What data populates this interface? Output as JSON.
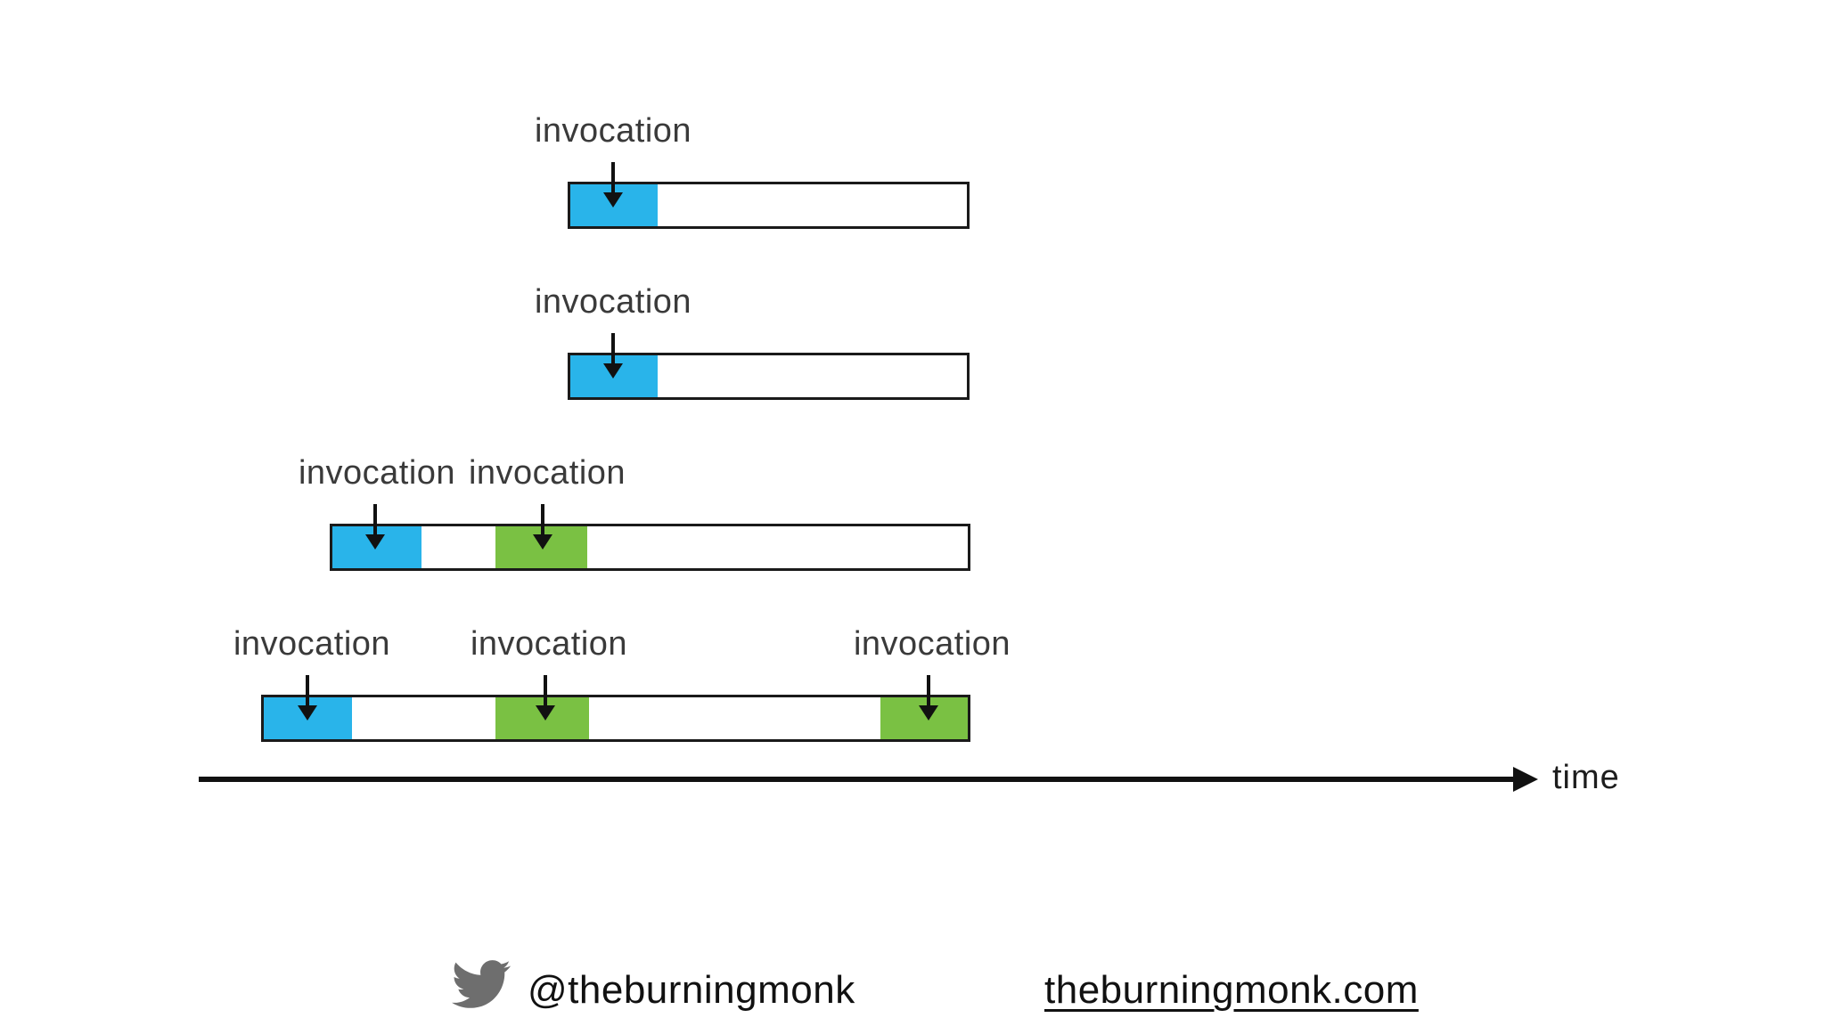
{
  "colors": {
    "background": "#ffffff",
    "cold_start_blue": "#29b4ea",
    "warm_invocation_green": "#7ac143",
    "bar_border": "#1a1a1a",
    "label_text": "#3a3a3a",
    "axis_black": "#111111",
    "twitter_icon_gray": "#6e6e6e"
  },
  "icons": {
    "twitter": "twitter-bird-icon",
    "invocation_arrow": "arrow-down-icon",
    "axis_arrow": "arrow-right-icon"
  },
  "rows": [
    {
      "invocations": [
        {
          "label": "invocation"
        }
      ]
    },
    {
      "invocations": [
        {
          "label": "invocation"
        }
      ]
    },
    {
      "invocations": [
        {
          "label": "invocation"
        },
        {
          "label": "invocation"
        }
      ]
    },
    {
      "invocations": [
        {
          "label": "invocation"
        },
        {
          "label": "invocation"
        },
        {
          "label": "invocation"
        }
      ]
    }
  ],
  "axis": {
    "label": "time"
  },
  "footer": {
    "twitter_handle": "@theburningmonk",
    "website_link": "theburningmonk.com"
  }
}
